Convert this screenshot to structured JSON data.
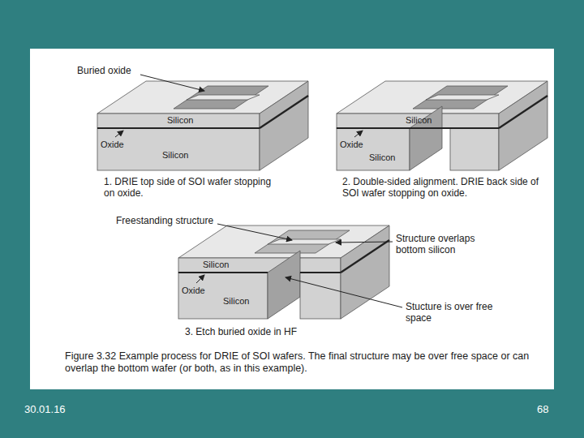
{
  "diagram": {
    "caption": "Figure 3.32 Example process for DRIE of SOI wafers. The final structure may be over free space or can overlap the bottom wafer (or both, as in this example).",
    "labels": [
      "Buried oxide",
      "Silicon",
      "Oxide",
      "Silicon",
      "1. DRIE top side of SOI wafer stopping on oxide.",
      "Silicon",
      "Oxide",
      "Silicon",
      "2. Double-sided alignment. DRIE back side of SOI wafer stopping on oxide.",
      "Freestanding structure",
      "Structure overlaps bottom silicon",
      "Silicon",
      "Oxide",
      "Silicon",
      "Stucture is over free space",
      "3. Etch buried oxide in HF",
      "30.01.16",
      "68"
    ]
  }
}
